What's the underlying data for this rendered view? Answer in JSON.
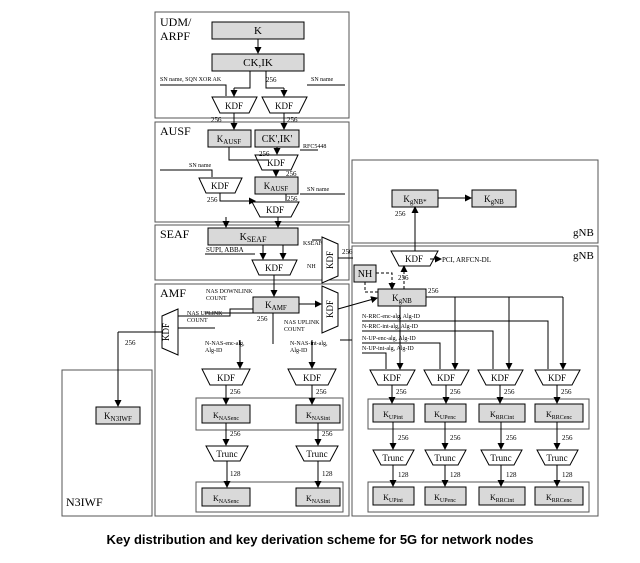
{
  "caption": "Key distribution and key derivation scheme for 5G for network nodes",
  "groups": {
    "udm": "UDM/\nARPF",
    "ausf": "AUSF",
    "seaf": "SEAF",
    "amf": "AMF",
    "n3iwf": "N3IWF",
    "gnb_top": "gNB",
    "gnb_main": "gNB"
  },
  "keys": {
    "k": "K",
    "ckik": "CK,IK",
    "kausf1": "KAUSF",
    "ckik_prime": "CK',IK'",
    "kausf2": "KAUSF",
    "kseaf": "KSEAF",
    "kamf": "KAMF",
    "kn3iwf": "KN3IWF",
    "knasenc1": "KNASenc",
    "knasint1": "KNASint",
    "knasenc2": "KNASenc",
    "knasint2": "KNASint",
    "kgnb_star": "KgNB*",
    "kgnb_top": "KgNB",
    "nh": "NH",
    "kgnb_main": "KgNB",
    "kupint1": "KUPint",
    "kupenc1": "KUPenc",
    "krrcint1": "KRRCint",
    "krrcenc1": "KRRCenc",
    "kupint2": "KUPint",
    "kupenc2": "KUPenc",
    "krrcint2": "KRRCint",
    "krrcenc2": "KRRCenc"
  },
  "labels": {
    "kdf": "KDF",
    "trunc": "Trunc",
    "n256": "256",
    "n128": "128",
    "sn_name_sqn": "SN name, SQN XOR AK",
    "sn_name": "SN name",
    "rfc5448": "RFC5448",
    "supi_abba": "SUPI, ABBA",
    "kseaf_small": "KSEAF",
    "nas_downlink": "NAS DOWNLINK\nCOUNT",
    "nas_uplink_left": "NAS UPLINK\nCOUNT",
    "nas_uplink_mid": "NAS UPLINK\nCOUNT",
    "nh_small": "NH",
    "pci_arfcn": "PCI, ARFCN-DL",
    "n_nas_enc": "N-NAS-enc-alg,\nAlg-ID",
    "n_nas_int": "N-NAS-int-alg,\nAlg-ID",
    "n_rrc_enc": "N-RRC-enc-alg, Alg-ID",
    "n_rrc_int": "N-RRC-int-alg, Alg-ID",
    "n_up_enc": "N-UP-enc-alg, Alg-ID",
    "n_up_int": "N-UP-int-alg, Alg-ID"
  }
}
